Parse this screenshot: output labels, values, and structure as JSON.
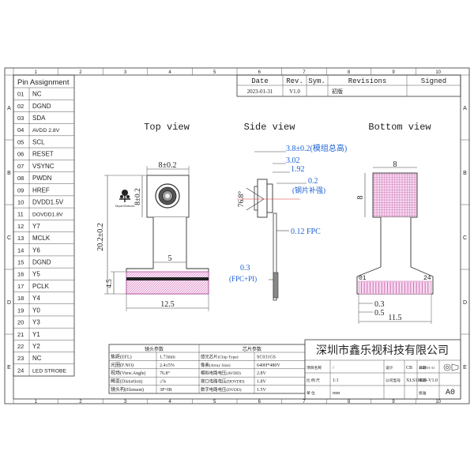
{
  "frame": {
    "col_numbers": [
      "1",
      "2",
      "3",
      "4",
      "5",
      "6",
      "7",
      "8",
      "9",
      "10"
    ],
    "row_letters": [
      "A",
      "B",
      "C",
      "D",
      "E"
    ]
  },
  "pin_table": {
    "title": "Pin Assignment",
    "pins": [
      {
        "no": "01",
        "name": "NC"
      },
      {
        "no": "02",
        "name": "DGND"
      },
      {
        "no": "03",
        "name": "SDA"
      },
      {
        "no": "04",
        "name": "AVDD 2.8V"
      },
      {
        "no": "05",
        "name": "SCL"
      },
      {
        "no": "06",
        "name": "RESET"
      },
      {
        "no": "07",
        "name": "VSYNC"
      },
      {
        "no": "08",
        "name": "PWDN"
      },
      {
        "no": "09",
        "name": "HREF"
      },
      {
        "no": "10",
        "name": "DVDD1.5V"
      },
      {
        "no": "11",
        "name": "DOVDD1.8V"
      },
      {
        "no": "12",
        "name": "Y7"
      },
      {
        "no": "13",
        "name": "MCLK"
      },
      {
        "no": "14",
        "name": "Y6"
      },
      {
        "no": "15",
        "name": "DGND"
      },
      {
        "no": "16",
        "name": "Y5"
      },
      {
        "no": "17",
        "name": "PCLK"
      },
      {
        "no": "18",
        "name": "Y4"
      },
      {
        "no": "19",
        "name": "Y0"
      },
      {
        "no": "20",
        "name": "Y3"
      },
      {
        "no": "21",
        "name": "Y1"
      },
      {
        "no": "22",
        "name": "Y2"
      },
      {
        "no": "23",
        "name": "NC"
      },
      {
        "no": "24",
        "name": "LED STROBE"
      }
    ]
  },
  "revision_table": {
    "headers": [
      "Date",
      "Rev.",
      "Sym.",
      "Revisions",
      "Signed"
    ],
    "row": {
      "date": "2023-01-31",
      "rev": "V1.0",
      "sym": "",
      "revisions": "初版",
      "signed": ""
    }
  },
  "views": {
    "top": "Top view",
    "side": "Side view",
    "bottom": "Bottom view"
  },
  "top_view_dims": {
    "width": "8±0.2",
    "height": "8±0.2",
    "length": "20.2±0.2",
    "tail_width": "5",
    "stiffener": "4.5",
    "bottom_width": "12.5",
    "logo_text": "Xinyue Electronic"
  },
  "side_view_dims": {
    "angle": "76.8°",
    "total_height": "3.8±0.2(模组总高)",
    "d1": "3.02",
    "d2": "1.92",
    "tolerance": "0.2",
    "steel_note": "(钢片补强)",
    "fpc": "0.12 FPC",
    "fpc_pi_val": "0.3",
    "fpc_pi_label": "(FPC+PI)"
  },
  "bottom_view_dims": {
    "width": "8",
    "height": "8",
    "pin_first": "01",
    "pin_last": "24",
    "pitch": "0.3",
    "pad": "0.5",
    "connector_width": "11.5"
  },
  "specs": {
    "lens_title": "镜头参数",
    "chip_title": "芯片参数",
    "lens": [
      {
        "label": "焦距(EFL)",
        "value": "1.73mm"
      },
      {
        "label": "光圈(F.NO)",
        "value": "2.4±5%"
      },
      {
        "label": "视场(View.Angle)",
        "value": "76.8°"
      },
      {
        "label": "畸变(Distortion)",
        "value": "≤%"
      },
      {
        "label": "镜头构(Element)",
        "value": "3P+IR"
      }
    ],
    "chip": [
      {
        "label": "感光芯片(Chip Type)",
        "value": "SC031GS"
      },
      {
        "label": "像素(Array Size)",
        "value": "640H*480V"
      },
      {
        "label": "模拟电路电压(AVDD)",
        "value": "2.8V"
      },
      {
        "label": "接口电路电压(DOVDD)",
        "value": "1.8V"
      },
      {
        "label": "数字电路电压(DVDD)",
        "value": "1.5V"
      }
    ]
  },
  "title_block": {
    "company": "深圳市鑫乐视科技有限公司",
    "r1": [
      "项目名称",
      "/",
      "设计",
      "CB",
      "日期",
      "2023-01-31"
    ],
    "r2": [
      "比 例 尺",
      "1:1",
      "公司型号",
      "XLS11629-V1.0",
      "审核",
      ""
    ],
    "r3": [
      "单 位",
      "mm",
      "",
      "",
      "批准",
      ""
    ],
    "sheet_size": "A0"
  }
}
